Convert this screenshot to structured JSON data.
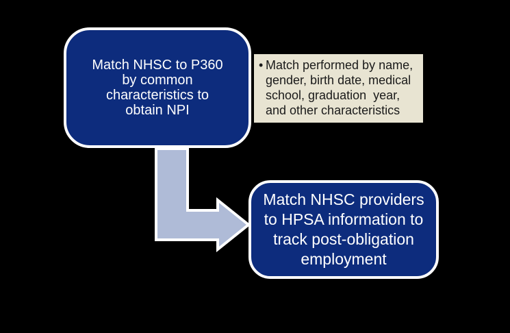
{
  "diagram": {
    "type": "flowchart",
    "background_color": "#000000",
    "step1": {
      "text": "Match NHSC to P360\nby common\ncharacteristics to\nobtain NPI",
      "fill_color": "#0D2C7D",
      "border_color": "#FFFFFF",
      "text_color": "#FFFFFF"
    },
    "callout": {
      "bullet": "•",
      "text": "Match performed by name,\ngender, birth date, medical\nschool, graduation  year,\nand other characteristics",
      "fill_color": "#E8E4D2",
      "text_color": "#1A1A1A"
    },
    "step2": {
      "text": "Match NHSC providers\nto HPSA information to\ntrack post-obligation\nemployment",
      "fill_color": "#0D2C7D",
      "border_color": "#FFFFFF",
      "text_color": "#FFFFFF"
    },
    "arrow": {
      "description": "elbow-arrow-down-then-right",
      "fill_color": "#AFBBD7",
      "outline_color": "#FFFFFF"
    }
  }
}
